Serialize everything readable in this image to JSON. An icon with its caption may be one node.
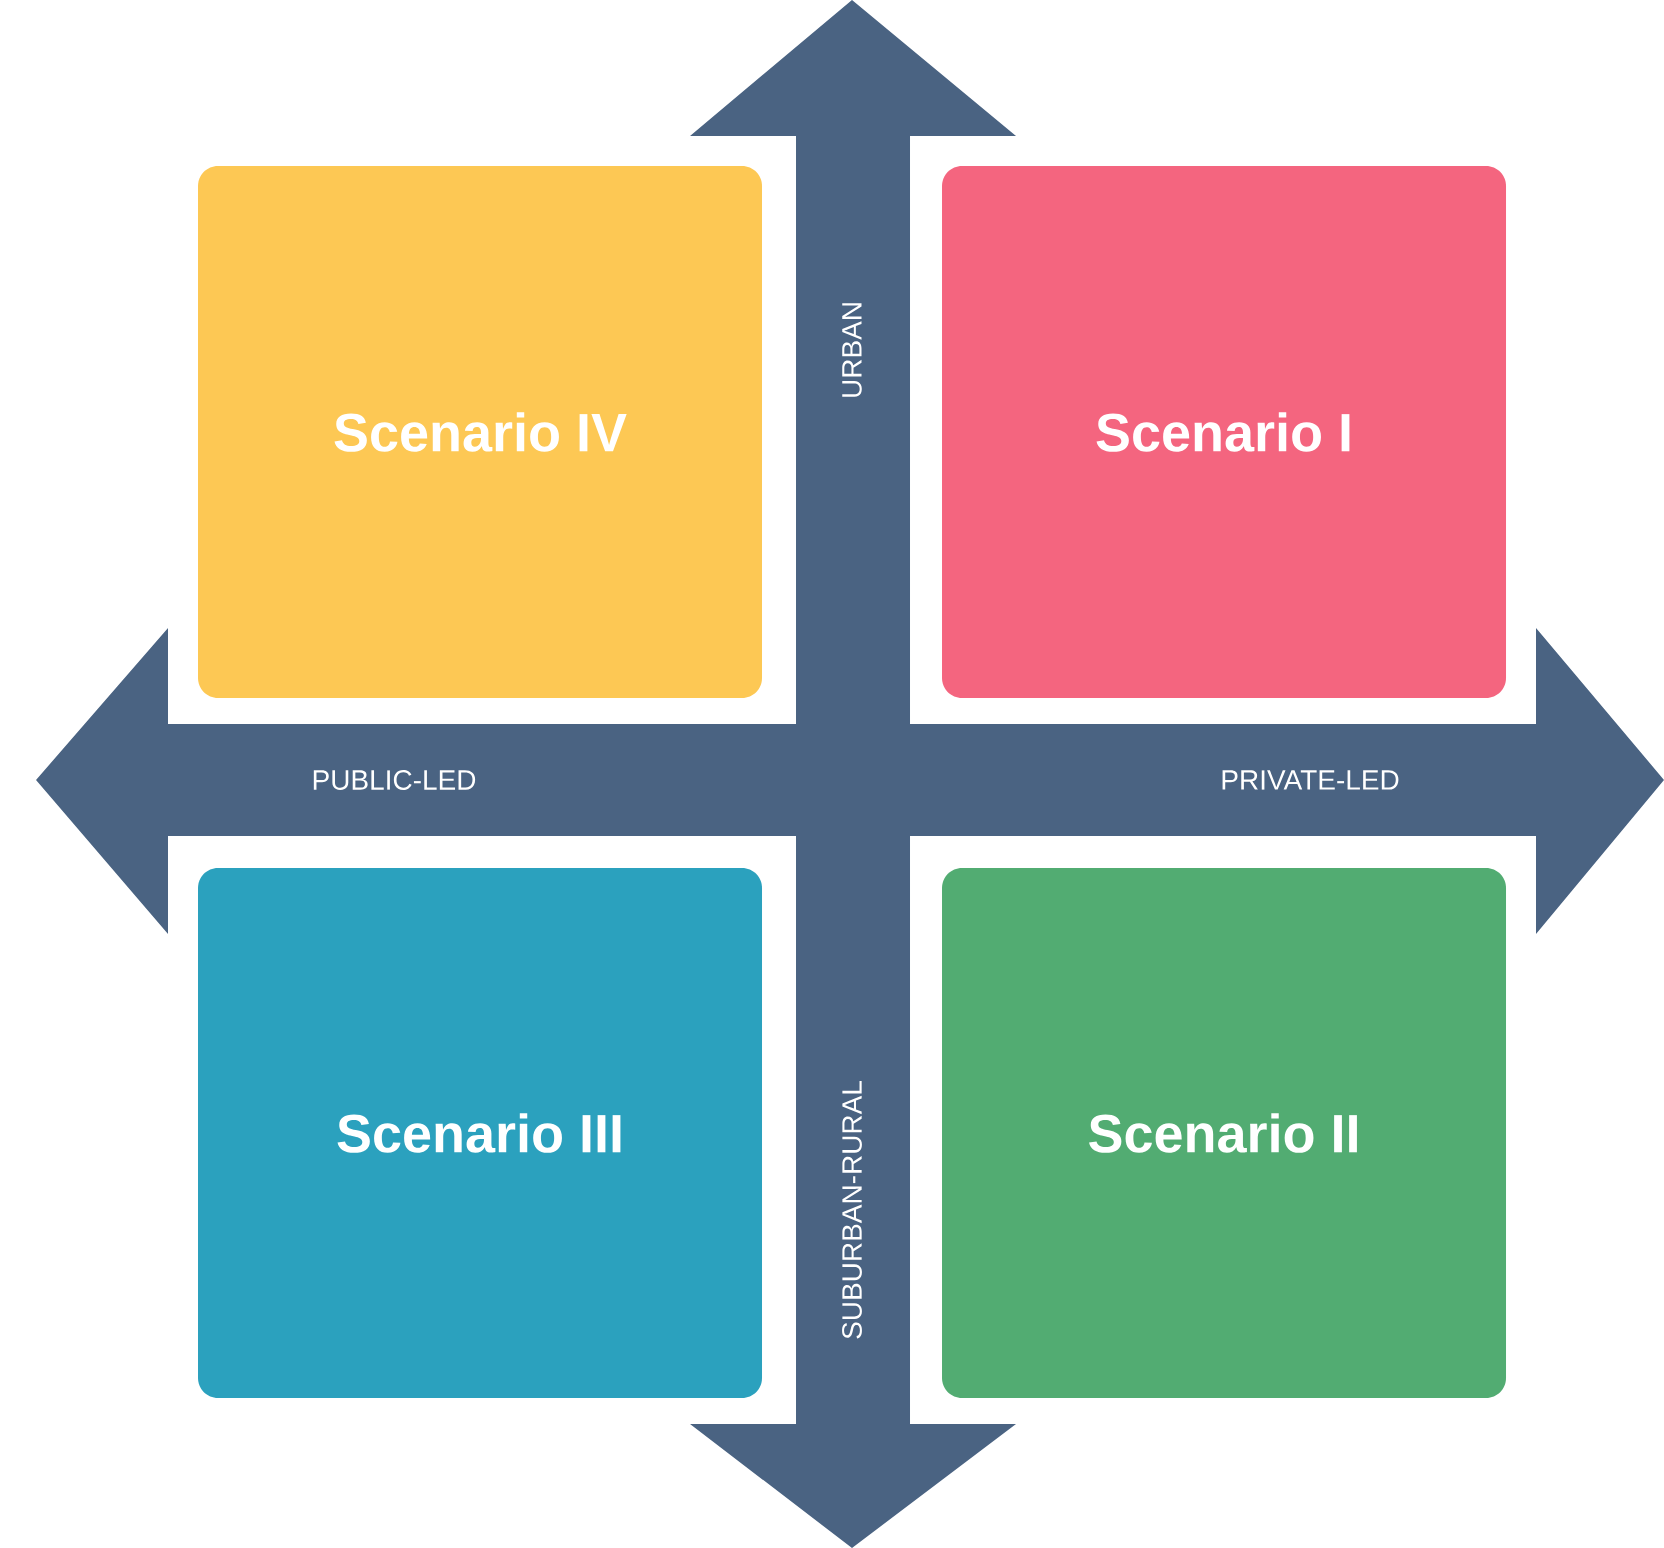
{
  "diagram": {
    "nodes": [
      {
        "text": [
          "Scenario IV"
        ]
      },
      {
        "text": [
          "Scenario I"
        ]
      },
      {
        "text": [
          "Scenario III"
        ]
      },
      {
        "text": [
          "Scenario II"
        ]
      }
    ],
    "labels": [
      "URBAN",
      "PUBLIC-LED",
      "PRIVATE-LED",
      "SUBURBAN-RURAL"
    ]
  }
}
